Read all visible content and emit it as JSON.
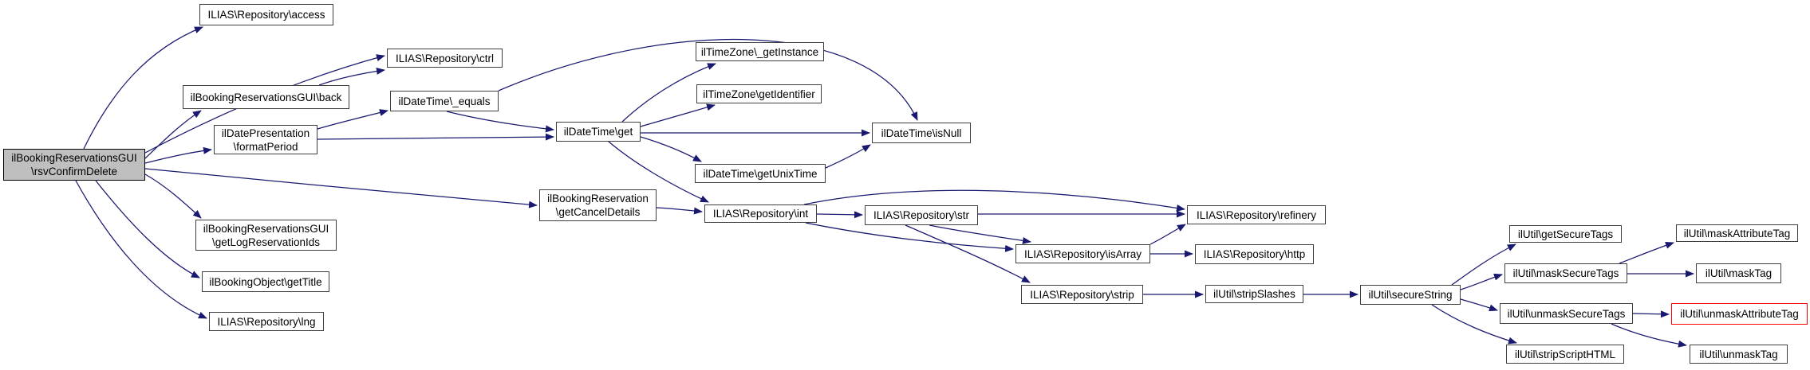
{
  "diagram": {
    "type": "call-graph",
    "colors": {
      "edge": "#191970",
      "node_border": "#3f3f3f",
      "current_node_fill": "#bfbfbf",
      "truncated_node_border": "#ff0000",
      "node_fill": "#ffffff",
      "text": "#000000",
      "background": "#ffffff"
    },
    "nodes": [
      {
        "id": "rsvConfirmDelete",
        "label": "ilBookingReservationsGUI\n\\rsvConfirmDelete",
        "role": "current"
      },
      {
        "id": "access",
        "label": "ILIAS\\Repository\\access",
        "role": "normal"
      },
      {
        "id": "ctrl",
        "label": "ILIAS\\Repository\\ctrl",
        "role": "normal"
      },
      {
        "id": "back",
        "label": "ilBookingReservationsGUI\\back",
        "role": "normal"
      },
      {
        "id": "equals",
        "label": "ilDateTime\\_equals",
        "role": "normal"
      },
      {
        "id": "formatPeriod",
        "label": "ilDatePresentation\n\\formatPeriod",
        "role": "normal"
      },
      {
        "id": "getInstance",
        "label": "ilTimeZone\\_getInstance",
        "role": "normal"
      },
      {
        "id": "getIdentifier",
        "label": "ilTimeZone\\getIdentifier",
        "role": "normal"
      },
      {
        "id": "get",
        "label": "ilDateTime\\get",
        "role": "normal"
      },
      {
        "id": "isNull",
        "label": "ilDateTime\\isNull",
        "role": "normal"
      },
      {
        "id": "getUnixTime",
        "label": "ilDateTime\\getUnixTime",
        "role": "normal"
      },
      {
        "id": "getCancelDetails",
        "label": "ilBookingReservation\n\\getCancelDetails",
        "role": "normal"
      },
      {
        "id": "int",
        "label": "ILIAS\\Repository\\int",
        "role": "normal"
      },
      {
        "id": "str",
        "label": "ILIAS\\Repository\\str",
        "role": "normal"
      },
      {
        "id": "refinery",
        "label": "ILIAS\\Repository\\refinery",
        "role": "normal"
      },
      {
        "id": "isArray",
        "label": "ILIAS\\Repository\\isArray",
        "role": "normal"
      },
      {
        "id": "http",
        "label": "ILIAS\\Repository\\http",
        "role": "normal"
      },
      {
        "id": "strip",
        "label": "ILIAS\\Repository\\strip",
        "role": "normal"
      },
      {
        "id": "stripSlashes",
        "label": "ilUtil\\stripSlashes",
        "role": "normal"
      },
      {
        "id": "secureString",
        "label": "ilUtil\\secureString",
        "role": "normal"
      },
      {
        "id": "getSecureTags",
        "label": "ilUtil\\getSecureTags",
        "role": "normal"
      },
      {
        "id": "maskSecureTags",
        "label": "ilUtil\\maskSecureTags",
        "role": "normal"
      },
      {
        "id": "unmaskSecureTags",
        "label": "ilUtil\\unmaskSecureTags",
        "role": "normal"
      },
      {
        "id": "stripScriptHTML",
        "label": "ilUtil\\stripScriptHTML",
        "role": "normal"
      },
      {
        "id": "maskAttributeTag",
        "label": "ilUtil\\maskAttributeTag",
        "role": "normal"
      },
      {
        "id": "maskTag",
        "label": "ilUtil\\maskTag",
        "role": "normal"
      },
      {
        "id": "unmaskAttributeTag",
        "label": "ilUtil\\unmaskAttributeTag",
        "role": "truncated"
      },
      {
        "id": "unmaskTag",
        "label": "ilUtil\\unmaskTag",
        "role": "normal"
      },
      {
        "id": "getLogReservationIds",
        "label": "ilBookingReservationsGUI\n\\getLogReservationIds",
        "role": "normal"
      },
      {
        "id": "getTitle",
        "label": "ilBookingObject\\getTitle",
        "role": "normal"
      },
      {
        "id": "lng",
        "label": "ILIAS\\Repository\\lng",
        "role": "normal"
      }
    ],
    "edges": [
      {
        "from": "rsvConfirmDelete",
        "to": "access"
      },
      {
        "from": "rsvConfirmDelete",
        "to": "ctrl"
      },
      {
        "from": "rsvConfirmDelete",
        "to": "back"
      },
      {
        "from": "rsvConfirmDelete",
        "to": "formatPeriod"
      },
      {
        "from": "rsvConfirmDelete",
        "to": "getCancelDetails"
      },
      {
        "from": "rsvConfirmDelete",
        "to": "getLogReservationIds"
      },
      {
        "from": "rsvConfirmDelete",
        "to": "getTitle"
      },
      {
        "from": "rsvConfirmDelete",
        "to": "lng"
      },
      {
        "from": "back",
        "to": "ctrl"
      },
      {
        "from": "formatPeriod",
        "to": "equals"
      },
      {
        "from": "formatPeriod",
        "to": "get"
      },
      {
        "from": "equals",
        "to": "get"
      },
      {
        "from": "equals",
        "to": "isNull"
      },
      {
        "from": "get",
        "to": "getInstance"
      },
      {
        "from": "get",
        "to": "getIdentifier"
      },
      {
        "from": "get",
        "to": "isNull"
      },
      {
        "from": "get",
        "to": "getUnixTime"
      },
      {
        "from": "get",
        "to": "int"
      },
      {
        "from": "getUnixTime",
        "to": "isNull"
      },
      {
        "from": "getCancelDetails",
        "to": "int"
      },
      {
        "from": "int",
        "to": "str"
      },
      {
        "from": "int",
        "to": "refinery"
      },
      {
        "from": "int",
        "to": "isArray"
      },
      {
        "from": "str",
        "to": "refinery"
      },
      {
        "from": "str",
        "to": "isArray"
      },
      {
        "from": "str",
        "to": "strip"
      },
      {
        "from": "isArray",
        "to": "refinery"
      },
      {
        "from": "isArray",
        "to": "http"
      },
      {
        "from": "strip",
        "to": "stripSlashes"
      },
      {
        "from": "stripSlashes",
        "to": "secureString"
      },
      {
        "from": "secureString",
        "to": "getSecureTags"
      },
      {
        "from": "secureString",
        "to": "maskSecureTags"
      },
      {
        "from": "secureString",
        "to": "unmaskSecureTags"
      },
      {
        "from": "secureString",
        "to": "stripScriptHTML"
      },
      {
        "from": "maskSecureTags",
        "to": "maskAttributeTag"
      },
      {
        "from": "maskSecureTags",
        "to": "maskTag"
      },
      {
        "from": "unmaskSecureTags",
        "to": "unmaskAttributeTag"
      },
      {
        "from": "unmaskSecureTags",
        "to": "unmaskTag"
      }
    ]
  }
}
